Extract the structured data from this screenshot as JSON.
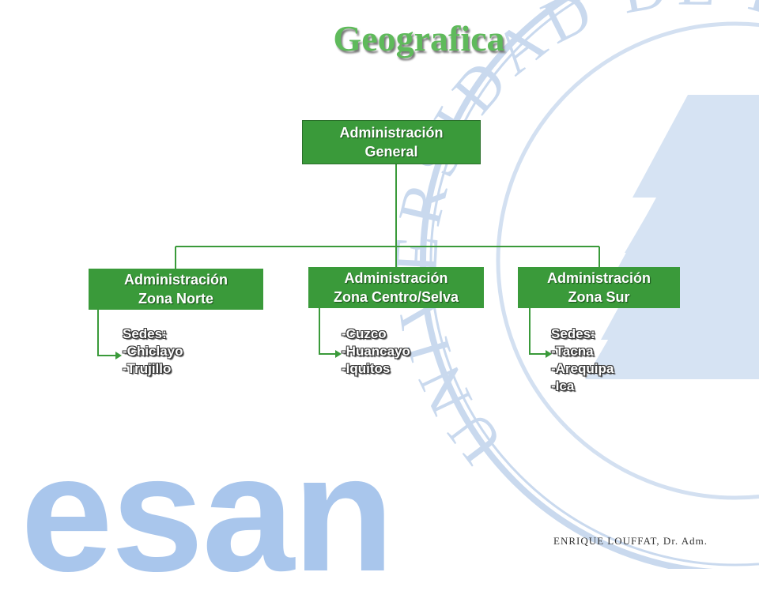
{
  "title": "Geografica",
  "colors": {
    "box_fill": "#3a9a3a",
    "connector": "#3a9a3a",
    "title": "#5fba5b",
    "watermark": "#a9c6ec",
    "seal": "#c9d9ee"
  },
  "nodes": {
    "general": {
      "line1": "Administración",
      "line2": "General"
    },
    "norte": {
      "line1": "Administración",
      "line2": "Zona Norte"
    },
    "centro": {
      "line1": "Administración",
      "line2": "Zona Centro/Selva"
    },
    "sur": {
      "line1": "Administración",
      "line2": "Zona Sur"
    }
  },
  "sedes": {
    "norte": [
      "Sedes:",
      "-Chiclayo",
      "-Trujillo"
    ],
    "centro": [
      "-Cuzco",
      "-Huancayo",
      "-Iquitos"
    ],
    "sur": [
      "Sedes:",
      "-Tacna",
      "-Arequipa",
      "-Ica"
    ]
  },
  "watermark": {
    "logo": "esan",
    "seal_text": "UNIVERSIDAD DE LIMA MCMLXII"
  },
  "author": "ENRIQUE LOUFFAT, Dr. Adm."
}
